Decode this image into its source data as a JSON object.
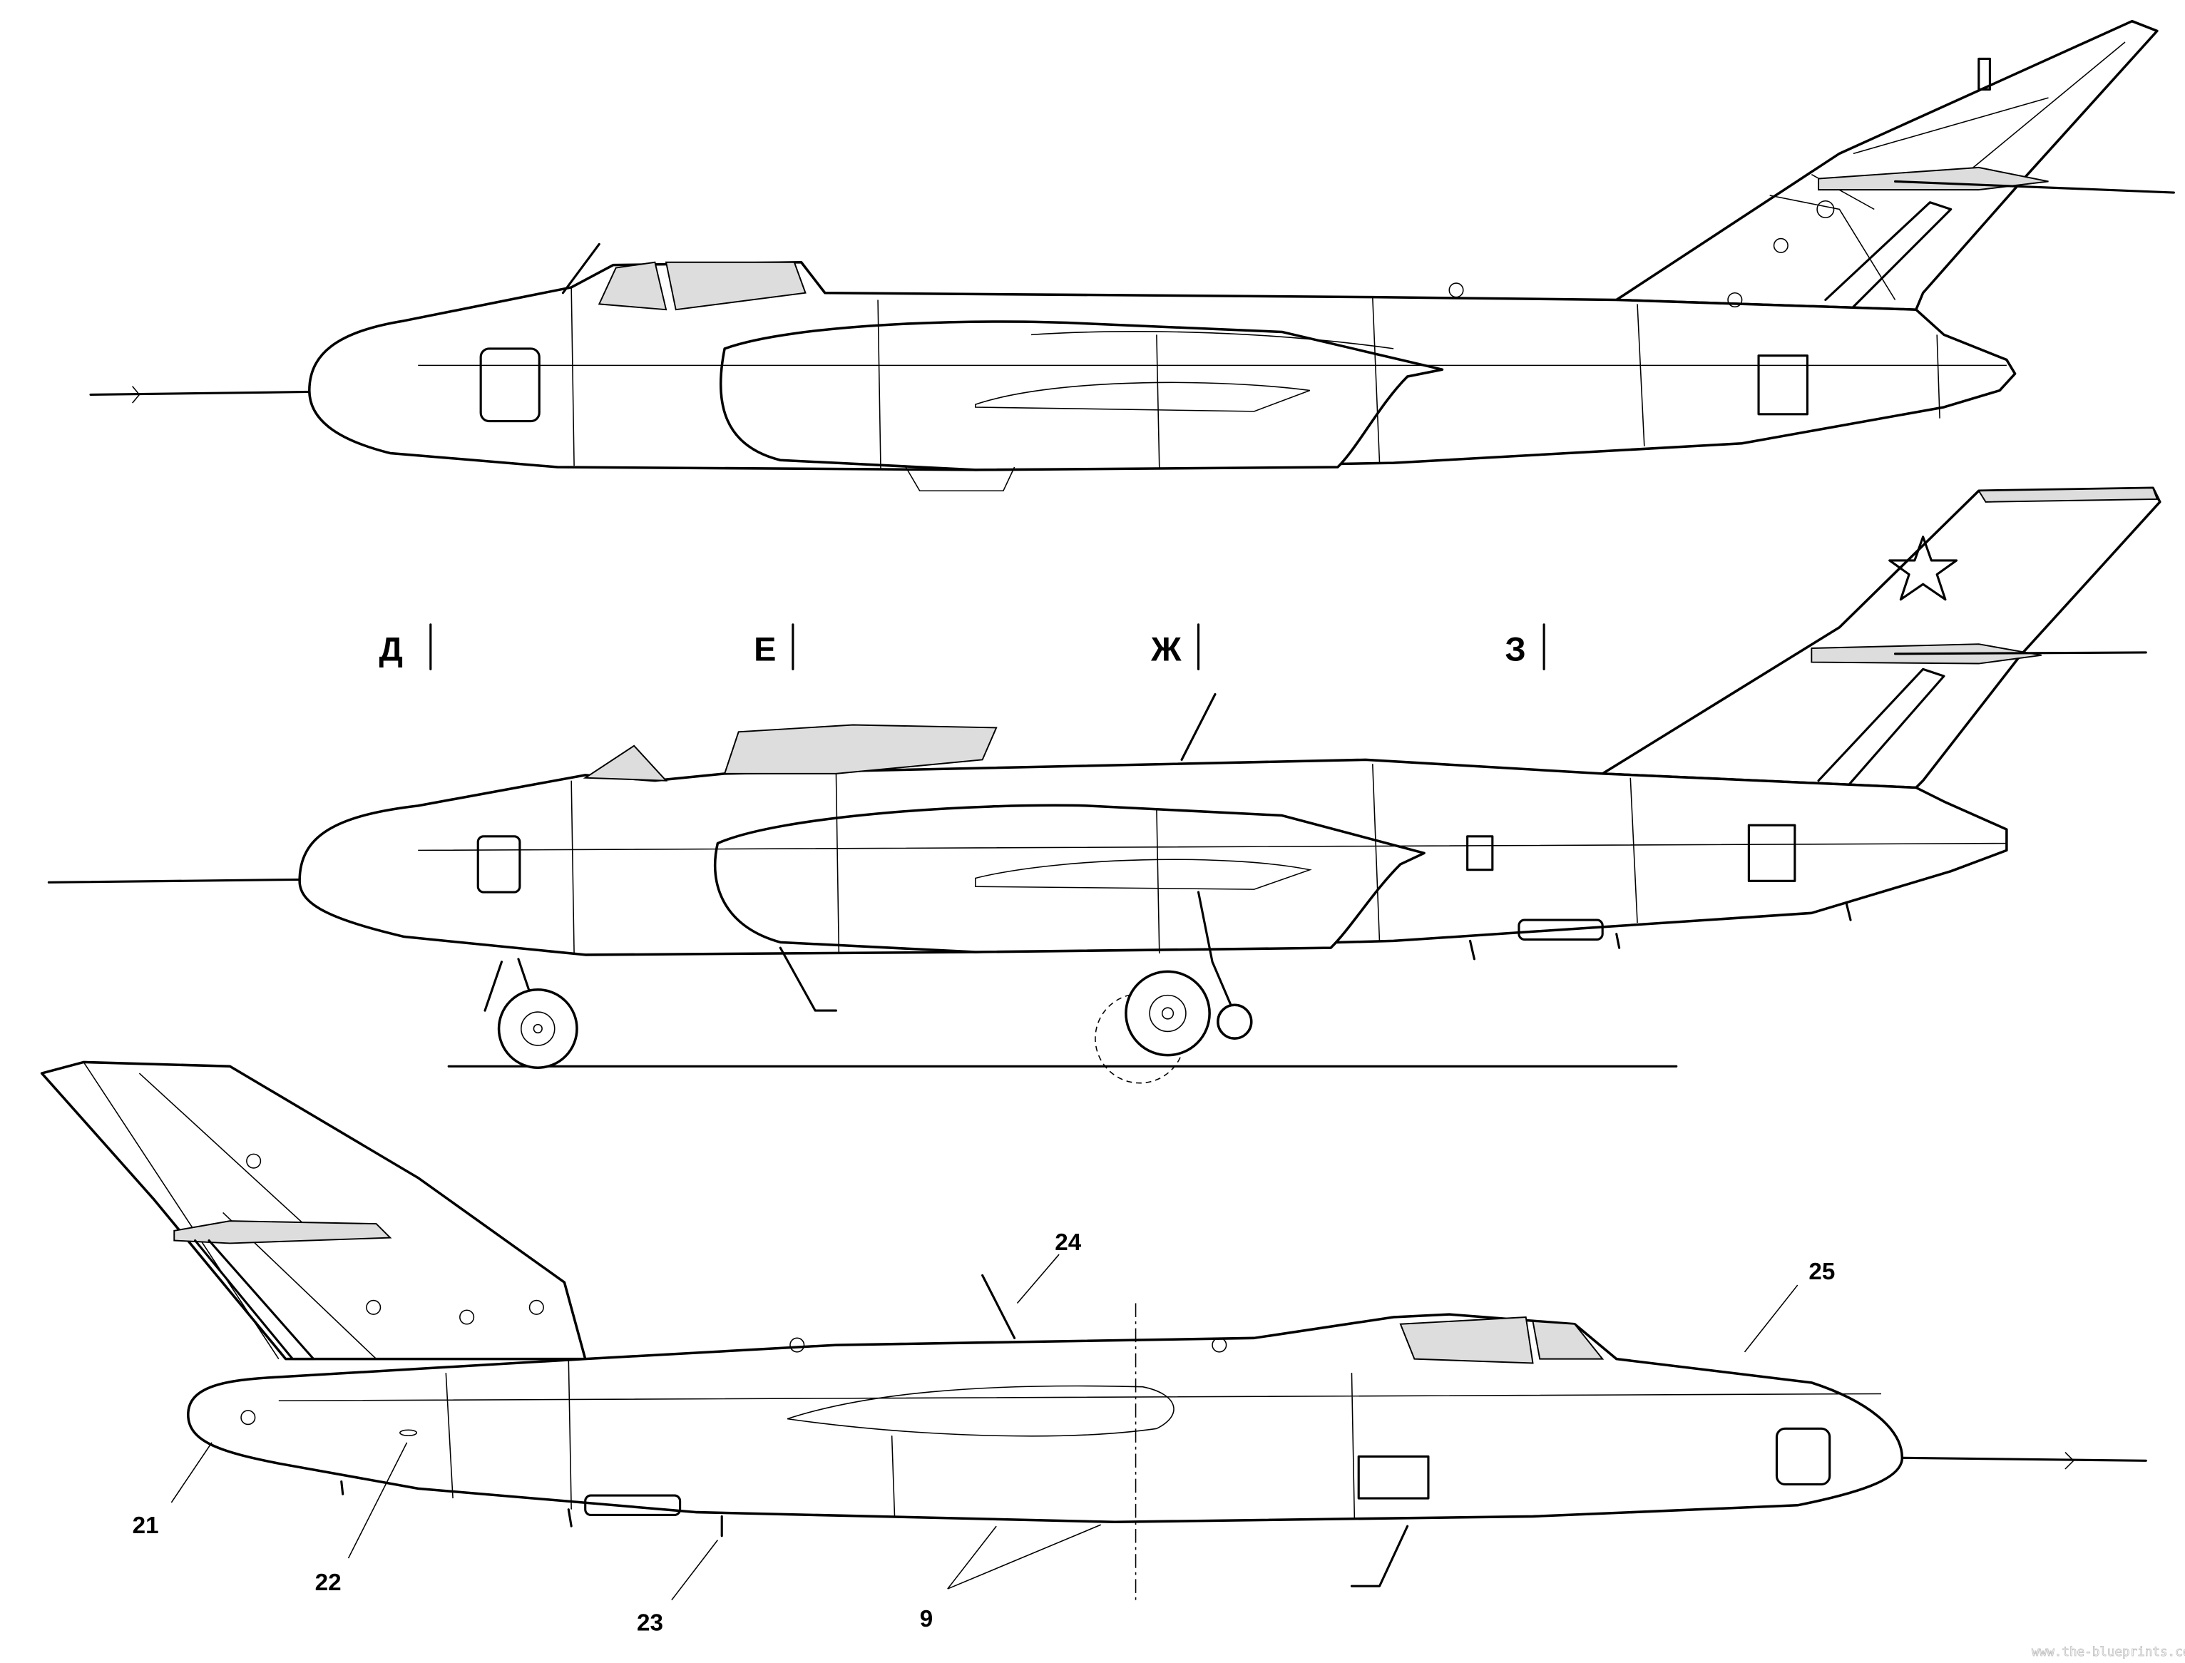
{
  "sections": [
    "Д",
    "Е",
    "Ж",
    "З"
  ],
  "callouts": {
    "c21": "21",
    "c22": "22",
    "c23": "23",
    "c24": "24",
    "c25": "25",
    "c9": "9"
  },
  "watermark": "www.the-blueprints.com"
}
